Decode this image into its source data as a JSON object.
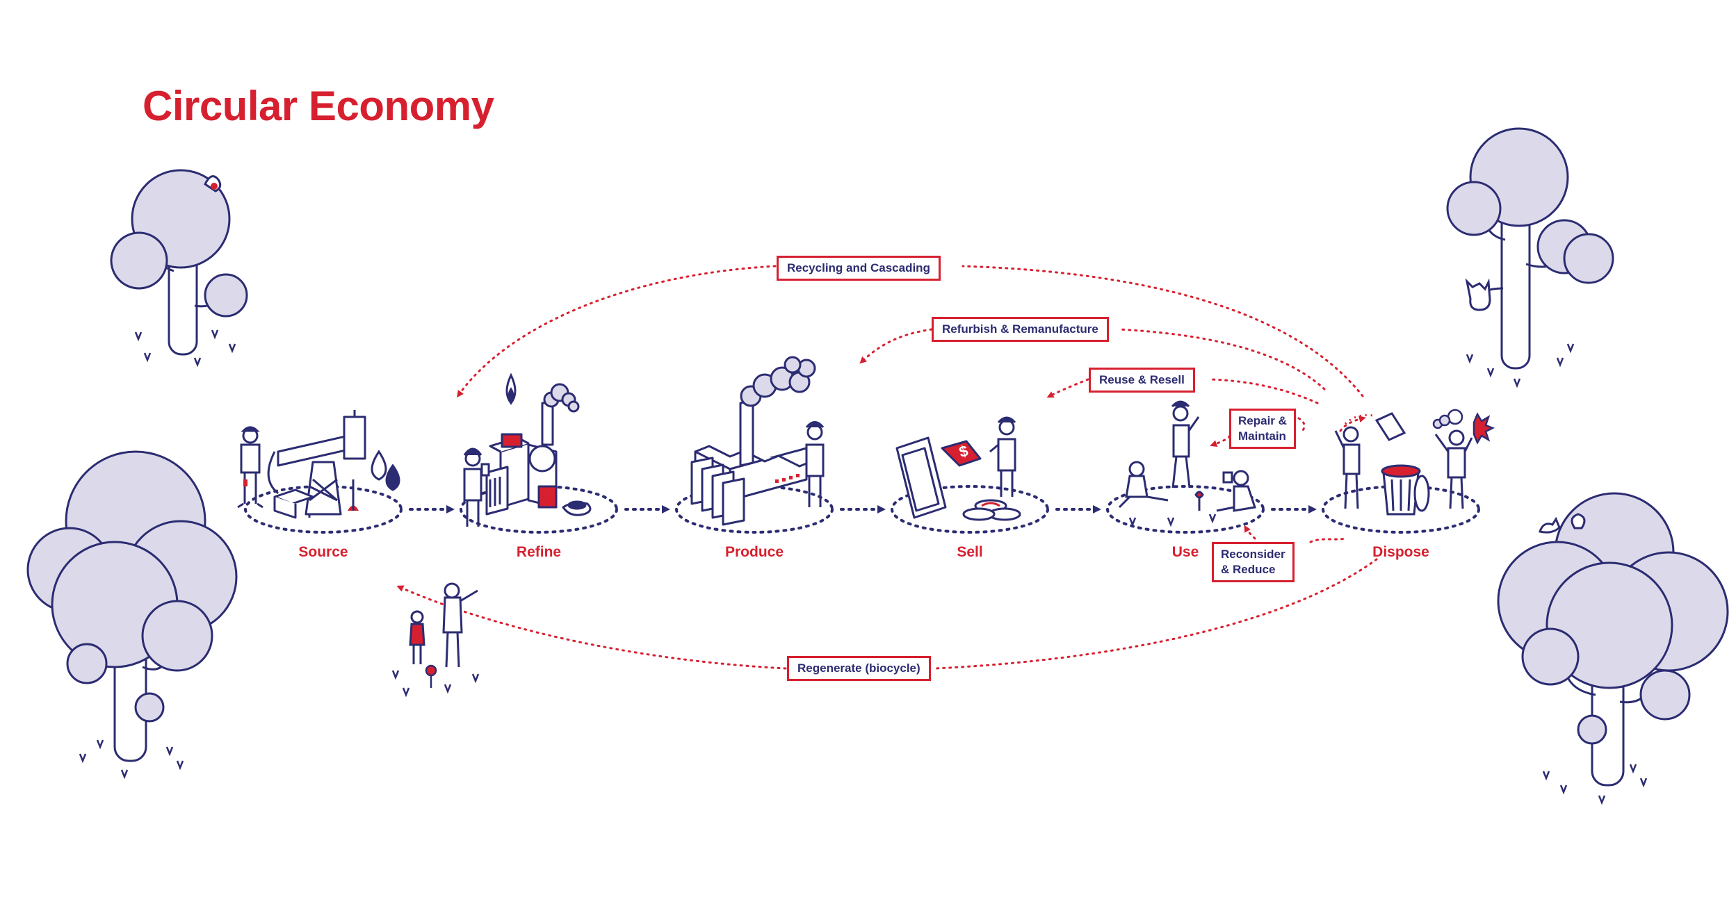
{
  "title": "Circular Economy",
  "colors": {
    "accent": "#d7202f",
    "ink": "#2c2c72",
    "tree_fill": "#dcdaea"
  },
  "stages": [
    {
      "id": "source",
      "label": "Source"
    },
    {
      "id": "refine",
      "label": "Refine"
    },
    {
      "id": "produce",
      "label": "Produce"
    },
    {
      "id": "sell",
      "label": "Sell"
    },
    {
      "id": "use",
      "label": "Use"
    },
    {
      "id": "dispose",
      "label": "Dispose"
    }
  ],
  "loops": {
    "recycling": "Recycling and Cascading",
    "refurbish": "Refurbish & Remanufacture",
    "reuse": "Reuse & Resell",
    "repair_line1": "Repair &",
    "repair_line2": "Maintain",
    "reconsider_line1": "Reconsider",
    "reconsider_line2": "& Reduce",
    "regenerate": "Regenerate (biocycle)"
  },
  "price_tag_symbol": "$"
}
